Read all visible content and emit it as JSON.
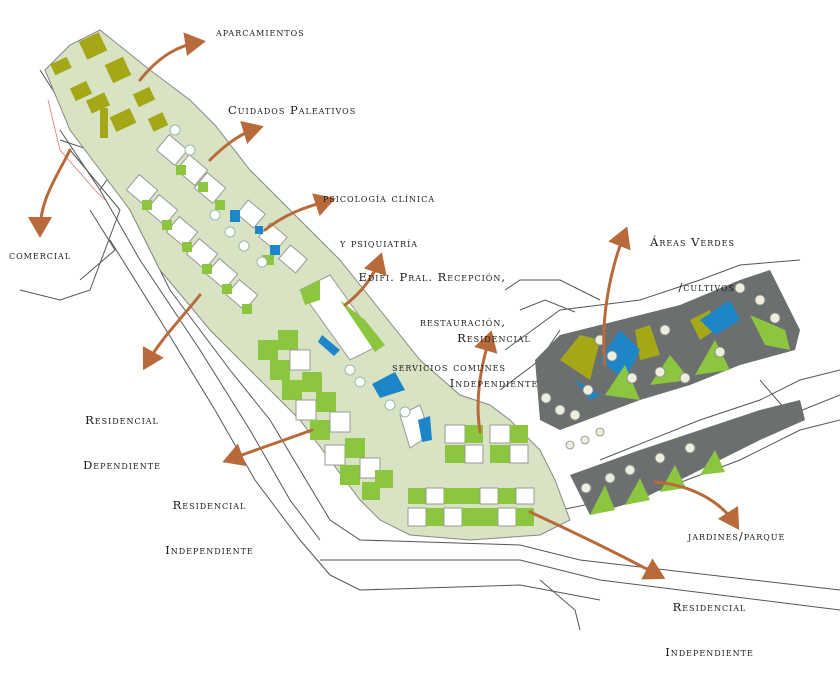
{
  "labels": {
    "aparcamientos": "aparcamientos",
    "cuidados": "Cuidados Paleativos",
    "psicologia_1": "psicología clínica",
    "psicologia_2": "y psiquiatría",
    "edifi_1": "Edifi. Pral. Recepción,",
    "edifi_2": "restauración,",
    "edifi_3": "servicios comunes",
    "areas_1": "Áreas Verdes",
    "areas_2": "/cultivos",
    "comercial": "comercial",
    "res_ind_center_1": "Residencial",
    "res_ind_center_2": "Independiente",
    "res_dep_1": "Residencial",
    "res_dep_2": "Dependiente",
    "res_ind_left_1": "Residencial",
    "res_ind_left_2": "Independiente",
    "jardines": "jardines/parque",
    "res_ind_bottom_1": "Residencial",
    "res_ind_bottom_2": "Independiente"
  },
  "colors": {
    "site_ground": "#d7e3c2",
    "building_white": "#ffffff",
    "green_bright": "#8cc63e",
    "green_olive": "#a5a816",
    "blue": "#1d86c8",
    "paving_grey": "#6c6f6f",
    "arrow": "#b86a3a",
    "road_line": "#555555"
  }
}
